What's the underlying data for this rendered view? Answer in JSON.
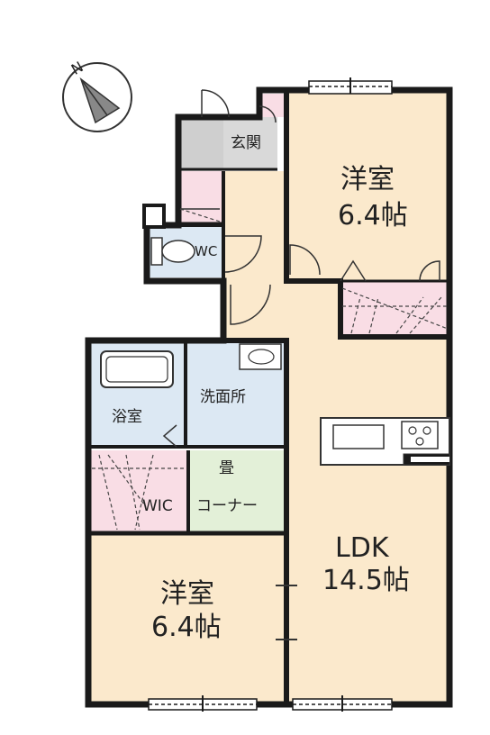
{
  "compass": {
    "label": "N",
    "icon": "north-arrow-icon"
  },
  "rooms": {
    "western_room_upper": {
      "name": "洋室",
      "size": "6.4帖"
    },
    "western_room_lower": {
      "name": "洋室",
      "size": "6.4帖"
    },
    "ldk": {
      "name": "LDK",
      "size": "14.5帖"
    },
    "entrance": {
      "name": "玄関"
    },
    "toilet": {
      "name": "WC"
    },
    "bathroom": {
      "name": "浴室"
    },
    "washroom": {
      "name": "洗面所"
    },
    "walk_in_closet": {
      "name": "WIC"
    },
    "tatami_corner": {
      "name_line1": "畳",
      "name_line2": "コーナー"
    }
  },
  "colors": {
    "room_floor": "#fbe9cc",
    "wet_area": "#dce8f3",
    "tatami": "#e3f0d8",
    "entrance": "#d9d9d9",
    "storage": "#f9dde5",
    "wall": "#1a1a1a"
  }
}
